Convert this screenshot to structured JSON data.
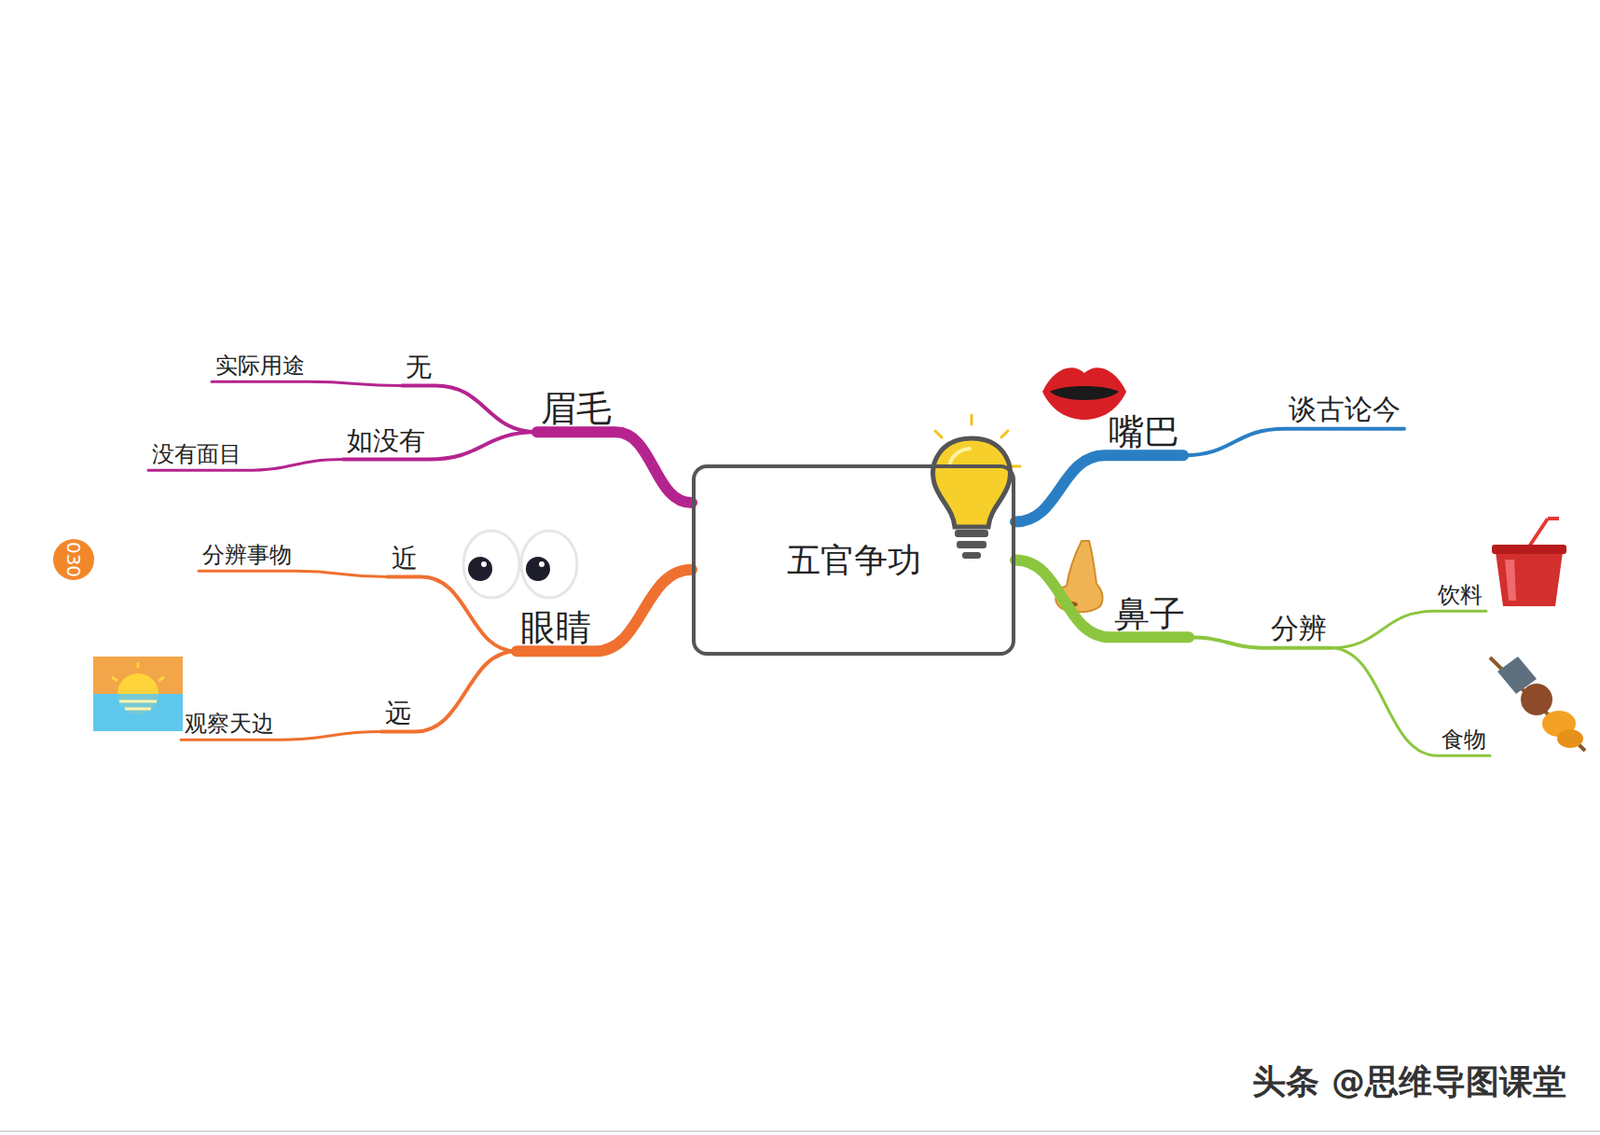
{
  "diagram": {
    "nodes": [
      {
        "text": [
          "五官争功"
        ]
      },
      {
        "text": [
          "眉毛"
        ]
      },
      {
        "text": [
          "无"
        ]
      },
      {
        "text": [
          "实际用途"
        ]
      },
      {
        "text": [
          "如没有"
        ]
      },
      {
        "text": [
          "没有面目"
        ]
      },
      {
        "text": [
          "嘴巴"
        ]
      },
      {
        "text": [
          "谈古论今"
        ]
      },
      {
        "text": [
          "眼睛"
        ]
      },
      {
        "text": [
          "近"
        ]
      },
      {
        "text": [
          "分辨事物"
        ]
      },
      {
        "text": [
          "远"
        ]
      },
      {
        "text": [
          "观察天边"
        ]
      },
      {
        "text": [
          "鼻子"
        ]
      },
      {
        "text": [
          "分辨"
        ]
      },
      {
        "text": [
          "饮料"
        ]
      },
      {
        "text": [
          "食物"
        ]
      }
    ],
    "edges": [
      {
        "from": 0,
        "to": 1,
        "arrow": "none"
      },
      {
        "from": 1,
        "to": 2,
        "arrow": "none"
      },
      {
        "from": 2,
        "to": 3,
        "arrow": "none"
      },
      {
        "from": 1,
        "to": 4,
        "arrow": "none"
      },
      {
        "from": 4,
        "to": 5,
        "arrow": "none"
      },
      {
        "from": 0,
        "to": 6,
        "arrow": "none"
      },
      {
        "from": 6,
        "to": 7,
        "arrow": "none"
      },
      {
        "from": 0,
        "to": 8,
        "arrow": "none"
      },
      {
        "from": 8,
        "to": 9,
        "arrow": "none"
      },
      {
        "from": 9,
        "to": 10,
        "arrow": "none"
      },
      {
        "from": 8,
        "to": 11,
        "arrow": "none"
      },
      {
        "from": 11,
        "to": 12,
        "arrow": "none"
      },
      {
        "from": 0,
        "to": 13,
        "arrow": "none"
      },
      {
        "from": 13,
        "to": 14,
        "arrow": "none"
      },
      {
        "from": 14,
        "to": 15,
        "arrow": "none"
      },
      {
        "from": 14,
        "to": 16,
        "arrow": "none"
      }
    ],
    "labels": [
      "030",
      "头条 @思维导图课堂"
    ]
  }
}
